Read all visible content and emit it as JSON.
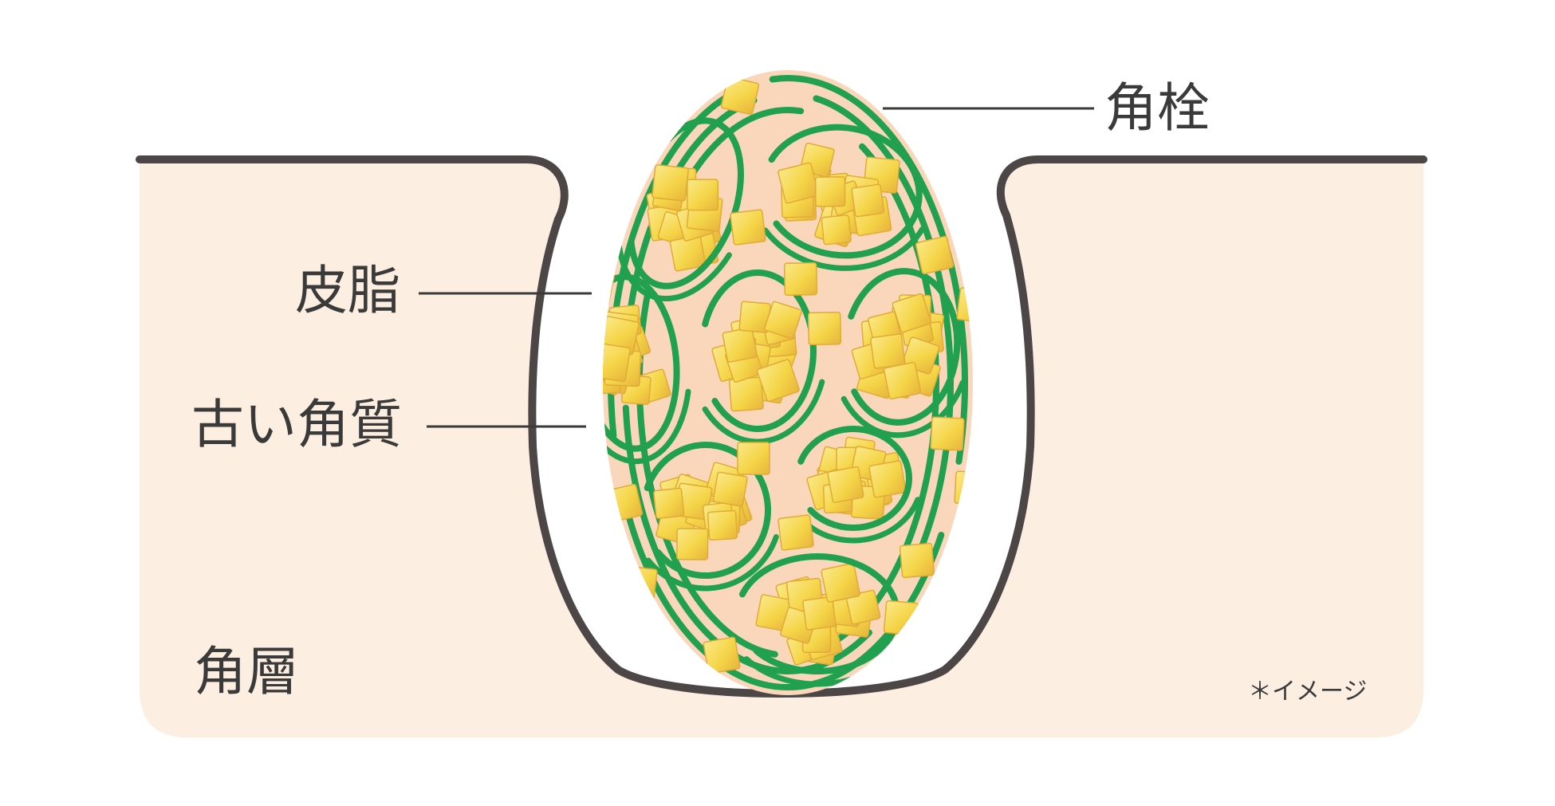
{
  "labels": {
    "plug": "角栓",
    "sebum": "皮脂",
    "old_keratin": "古い角質",
    "stratum_corneum": "角層"
  },
  "note": "＊イメージ",
  "colors": {
    "skin_fill": "#fdeee2",
    "pore_outline": "#4d4647",
    "plug_fill": "#fad7bb",
    "keratin_strand": "#21a04f",
    "sebum_block": "#f5d548",
    "sebum_block_light": "#fbe98a",
    "sebum_block_edge": "#e0ab36",
    "leader_line": "#3a3a3a",
    "text": "#3a3a3a"
  }
}
